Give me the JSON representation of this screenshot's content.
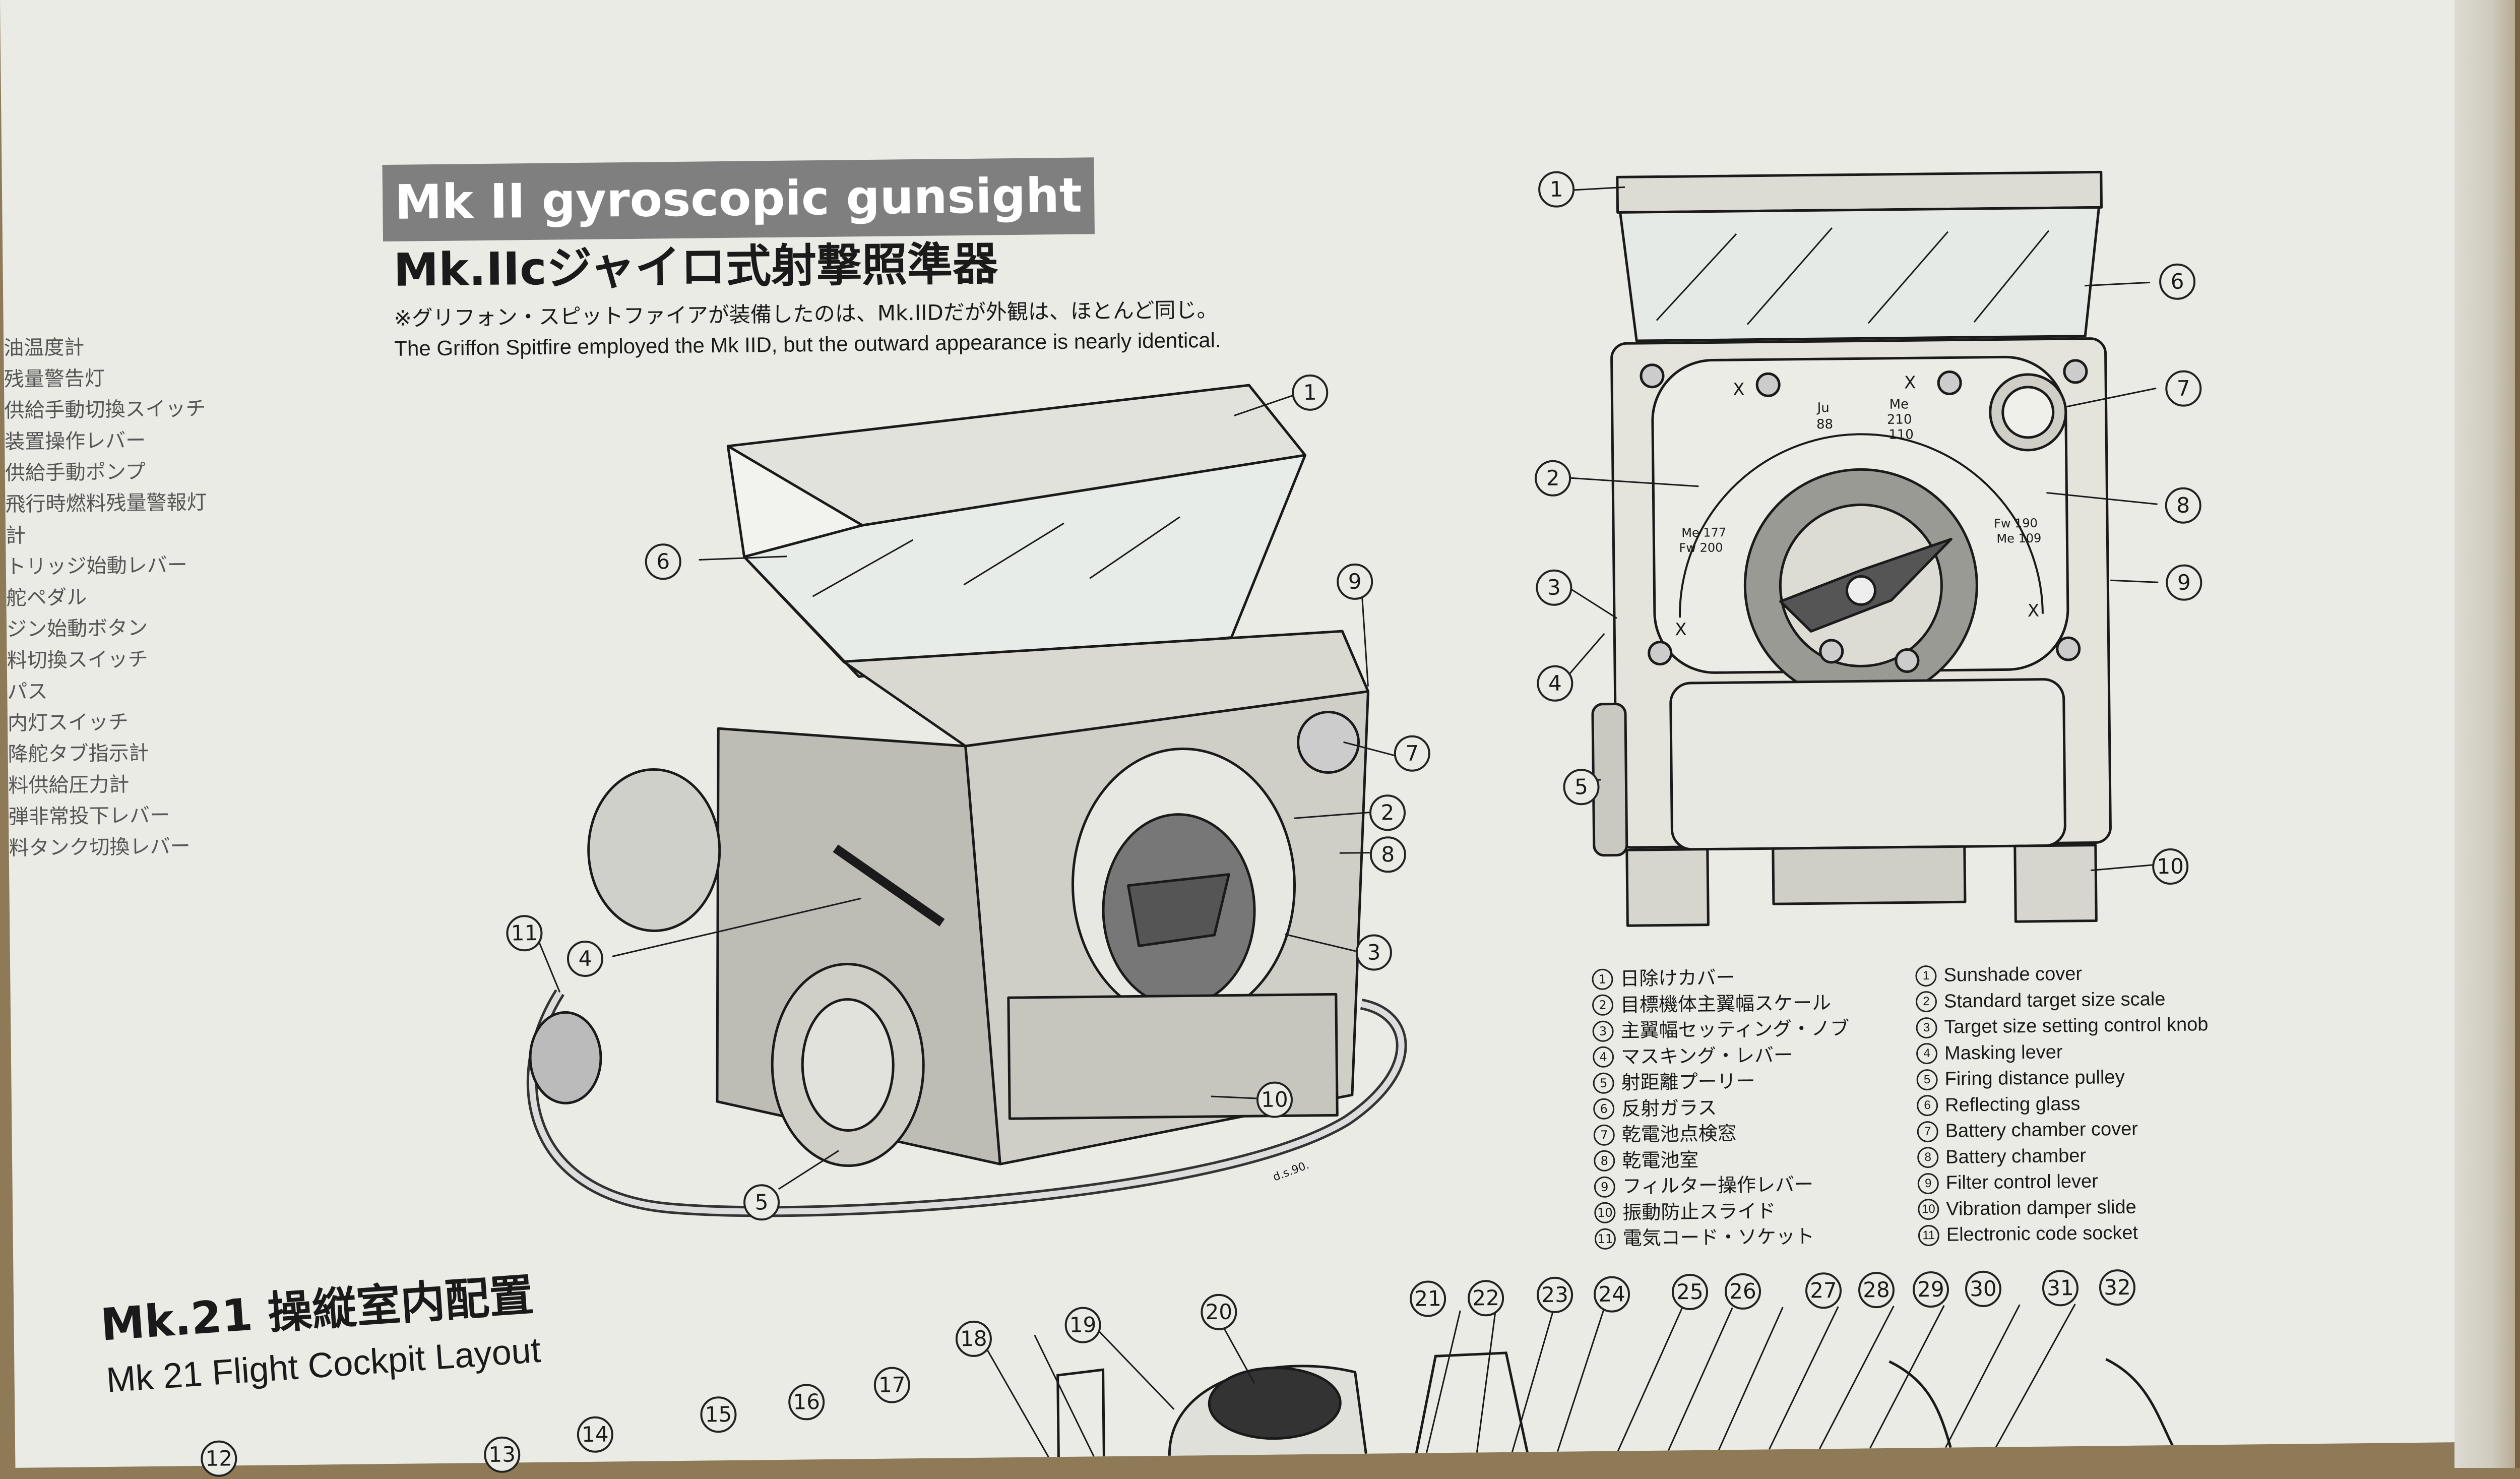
{
  "left_list": [
    "油温度計",
    "残量警告灯",
    "供給手動切換スイッチ",
    "装置操作レバー",
    "供給手動ポンプ",
    "飛行時燃料残量警報灯",
    "計",
    "トリッジ始動レバー",
    "舵ペダル",
    "ジン始動ボタン",
    "料切換スイッチ",
    "パス",
    "内灯スイッチ",
    "降舵タブ指示計",
    "料供給圧力計",
    "弾非常投下レバー",
    "料タンク切換レバー"
  ],
  "header": {
    "title_en": "Mk II gyroscopic gunsight",
    "title_jp": "Mk.IIcジャイロ式射撃照準器",
    "note_jp": "※グリフォン・スピットファイアが装備したのは、Mk.IIDだが外観は、ほとんど同じ。",
    "note_en": "The Griffon Spitfire employed the Mk IID, but the outward appearance is nearly identical."
  },
  "sight_front": {
    "scale_labels": [
      "Ju",
      "88",
      "Me",
      "210",
      "110",
      "Me 177",
      "Fw 200",
      "Fw 190",
      "Me 109"
    ],
    "x_marks": [
      "X",
      "X",
      "X",
      "X"
    ],
    "signature": "d.s.90."
  },
  "legend": {
    "jp": [
      "日除けカバー",
      "目標機体主翼幅スケール",
      "主翼幅セッティング・ノブ",
      "マスキング・レバー",
      "射距離プーリー",
      "反射ガラス",
      "乾電池点検窓",
      "乾電池室",
      "フィルター操作レバー",
      "振動防止スライド",
      "電気コード・ソケット"
    ],
    "en": [
      "Sunshade cover",
      "Standard target size scale",
      "Target size setting control knob",
      "Masking lever",
      "Firing distance pulley",
      "Reflecting glass",
      "Battery chamber cover",
      "Battery chamber",
      "Filter control lever",
      "Vibration damper slide",
      "Electronic code socket"
    ]
  },
  "section": {
    "title_jp": "Mk.21 操縦室内配置",
    "title_en": "Mk 21 Flight Cockpit Layout"
  },
  "cockpit_callouts": [
    "12",
    "13",
    "14",
    "15",
    "16",
    "17",
    "18",
    "19",
    "20",
    "21",
    "22",
    "23",
    "24",
    "25",
    "26",
    "27",
    "28",
    "29",
    "30",
    "31",
    "32"
  ]
}
